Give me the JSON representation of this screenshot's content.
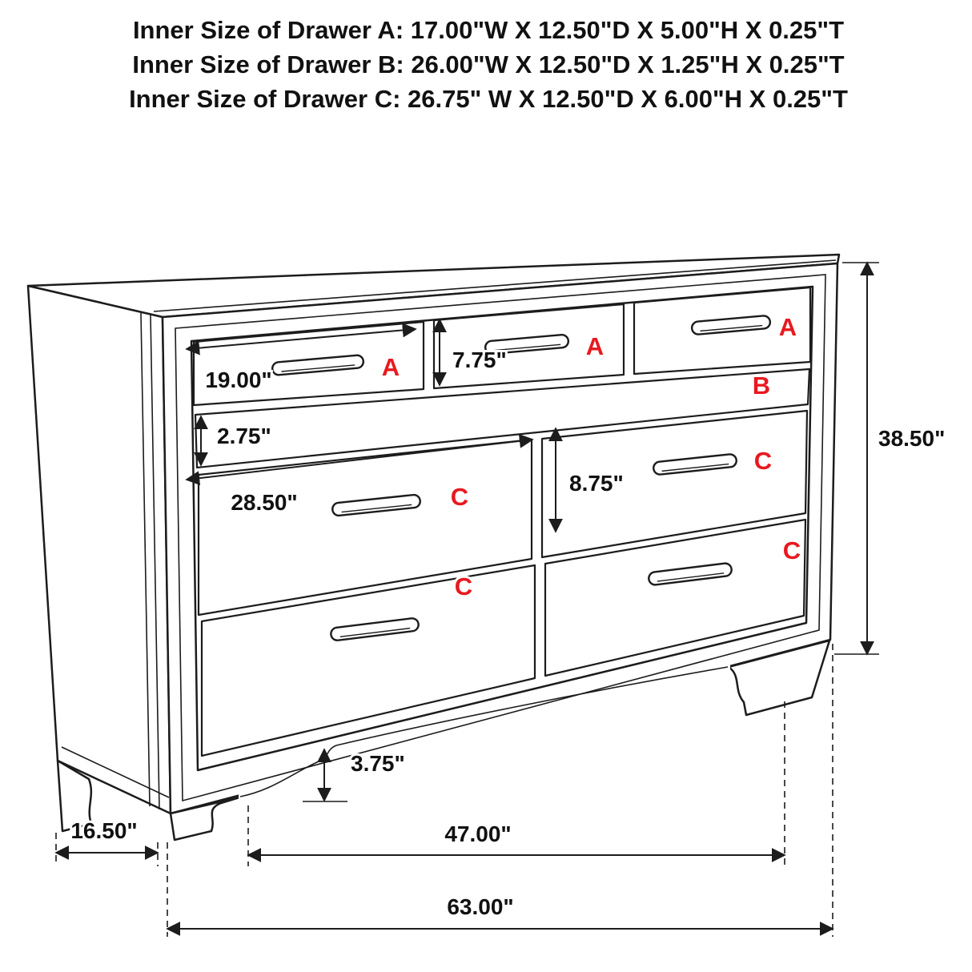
{
  "header": {
    "lines": [
      "Inner Size of Drawer A: 17.00\"W X 12.50\"D X 5.00\"H X 0.25\"T",
      "Inner Size of Drawer B: 26.00\"W X 12.50\"D X 1.25\"H X 0.25\"T",
      "Inner Size of Drawer C: 26.75\" W X 12.50\"D X 6.00\"H X 0.25\"T"
    ]
  },
  "drawer_labels": {
    "a": "A",
    "b": "B",
    "c": "C"
  },
  "dimensions": {
    "drawer_a_width": "19.00\"",
    "drawer_a_height": "7.75\"",
    "drawer_b_height": "2.75\"",
    "drawer_c_width": "28.50\"",
    "drawer_c_height": "8.75\"",
    "overall_height": "38.50\"",
    "base_height": "3.75\"",
    "depth": "16.50\"",
    "inner_width": "47.00\"",
    "overall_width": "63.00\""
  },
  "colors": {
    "background": "#ffffff",
    "line": "#1c1c1c",
    "label_red": "#e8191f"
  }
}
